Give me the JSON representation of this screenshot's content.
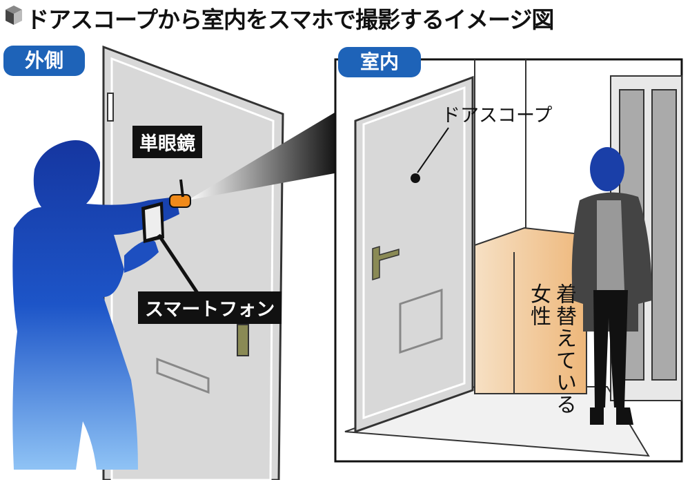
{
  "title": "ドアスコープから室内をスマホで撮影するイメージ図",
  "title_icon": "cube-icon",
  "outside_badge": "外側",
  "inside_badge": "室内",
  "labels": {
    "monocular": "単眼鏡",
    "smartphone": "スマートフォン",
    "door_scope": "ドアスコープ",
    "woman_line1": "着替えている",
    "woman_line2": "女性"
  },
  "colors": {
    "badge": "#1e63b8",
    "person": "#1a3fa8",
    "door": "#d9d9d9",
    "cabinet": "#f2c58e"
  }
}
